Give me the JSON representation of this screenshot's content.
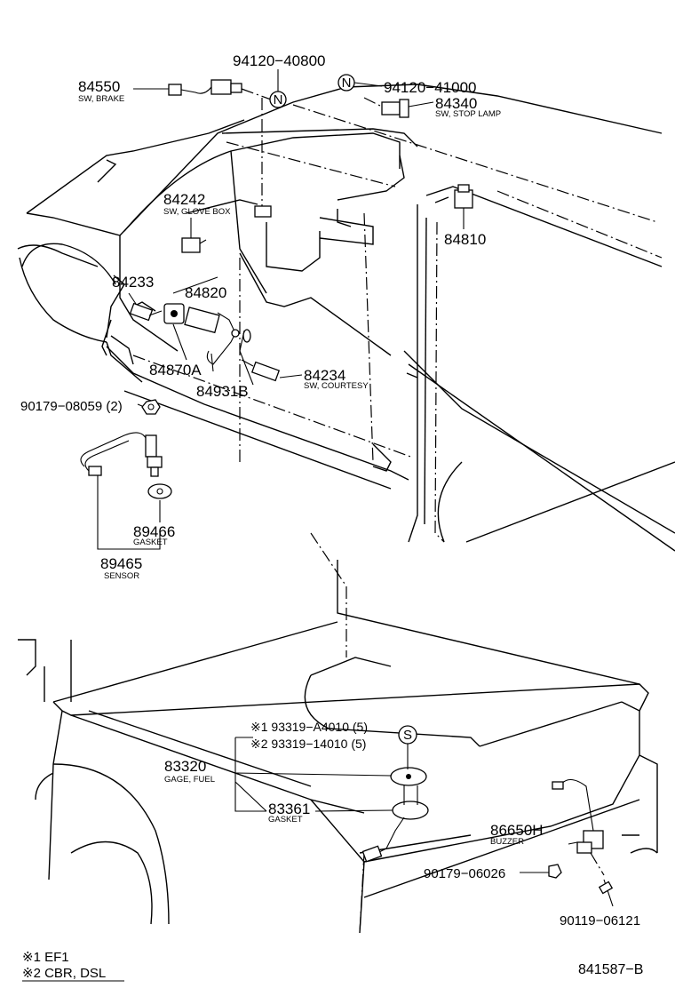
{
  "labels": {
    "p84550": "84550",
    "p84550_name": "SW, BRAKE",
    "p94120_40800": "94120−40800",
    "p94120_41000": "94120−41000",
    "p84340": "84340",
    "p84340_name": "SW, STOP LAMP",
    "p84242": "84242",
    "p84242_name": "SW, GLOVE BOX",
    "p84810": "84810",
    "p84233": "84233",
    "p84820": "84820",
    "p84870A": "84870A",
    "p84931B": "84931B",
    "p84234": "84234",
    "p84234_name": "SW, COURTESY",
    "p90179_08059": "90179−08059 (2)",
    "p89466": "89466",
    "p89466_name": "GASKET",
    "p89465": "89465",
    "p89465_name": "SENSOR",
    "p93319_a": "※1 93319−A4010 (5)",
    "p93319_b": "※2 93319−14010 (5)",
    "p83320": "83320",
    "p83320_name": "GAGE, FUEL",
    "p83361": "83361",
    "p83361_name": "GASKET",
    "p86650H": "86650H",
    "p86650H_name": "BUZZER",
    "p90179_06026": "90179−06026",
    "p90119_06121": "90119−06121",
    "mark_N": "N",
    "mark_S": "S"
  },
  "footnotes": {
    "note1": "※1  EF1",
    "note2": "※2  CBR, DSL"
  },
  "figure_id": "841587−B"
}
